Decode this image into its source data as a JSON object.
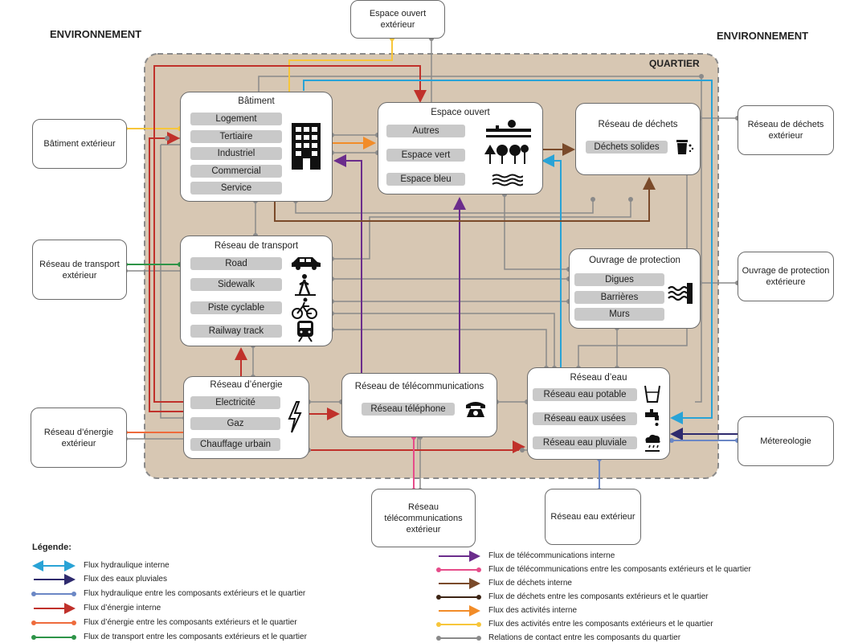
{
  "colors": {
    "hydraulic_internal": "#29a3d6",
    "rain": "#2e2a6e",
    "hydraulic_ext": "#6b87c5",
    "energy_internal": "#c0312b",
    "energy_ext": "#ee6b3c",
    "transport_ext": "#2e9448",
    "telecom_internal": "#6b2d8c",
    "telecom_ext": "#e64c8a",
    "waste_internal": "#7a4a2a",
    "waste_ext": "#3c2414",
    "activity_internal": "#f28c28",
    "activity_ext": "#f7c63a",
    "contact": "#8a8a8a",
    "quartier_fill": "#d7c7b3"
  },
  "headers": {
    "env_left": "ENVIRONNEMENT",
    "env_right": "ENVIRONNEMENT",
    "quartier": "QUARTIER"
  },
  "external": {
    "espace_ouvert": "Espace ouvert extérieur",
    "batiment": "Bâtiment extérieur",
    "transport": "Réseau de transport extérieur",
    "energie": "Réseau d’énergie extérieur",
    "dechets": "Réseau de déchets extérieur",
    "protection": "Ouvrage de protection extérieure",
    "meteo": "Métereologie",
    "telecom": "Réseau télécommunications extérieur",
    "eau": "Réseau eau extérieur"
  },
  "components": {
    "batiment": {
      "title": "Bâtiment",
      "items": [
        "Logement",
        "Tertiaire",
        "Industriel",
        "Commercial",
        "Service"
      ],
      "icon": "building-icon"
    },
    "espace_ouvert": {
      "title": "Espace ouvert",
      "items": [
        "Autres",
        "Espace vert",
        "Espace bleu"
      ],
      "icons": [
        "bench-icon",
        "trees-icon",
        "waves-icon"
      ]
    },
    "dechets": {
      "title": "Réseau de déchets",
      "items": [
        "Déchets solides"
      ],
      "icon": "trash-icon"
    },
    "transport": {
      "title": "Réseau de transport",
      "items": [
        "Road",
        "Sidewalk",
        "Piste cyclable",
        "Railway track"
      ],
      "icons": [
        "car-icon",
        "pedestrian-icon",
        "bicycle-icon",
        "train-icon"
      ]
    },
    "protection": {
      "title": "Ouvrage de protection",
      "items": [
        "Digues",
        "Barrières",
        "Murs"
      ],
      "icon": "dike-icon"
    },
    "energie": {
      "title": "Réseau d’énergie",
      "items": [
        "Electricité",
        "Gaz",
        "Chauffage urbain"
      ],
      "icon": "lightning-icon"
    },
    "telecom": {
      "title": "Réseau de télécommunications",
      "items": [
        "Réseau téléphone"
      ],
      "icon": "telephone-icon"
    },
    "eau": {
      "title": "Réseau d’eau",
      "items": [
        "Réseau eau potable",
        "Réseau eaux usées",
        "Réseau eau pluviale"
      ],
      "icons": [
        "glass-icon",
        "tap-icon",
        "rain-icon"
      ]
    }
  },
  "legend": {
    "title": "Légende:",
    "left": [
      {
        "label": "Flux hydraulique interne",
        "color": "#29a3d6",
        "style": "double-arrow"
      },
      {
        "label": "Flux des eaux pluviales",
        "color": "#2e2a6e",
        "style": "arrow"
      },
      {
        "label": "Flux hydraulique entre les composants extérieurs et le quartier",
        "color": "#6b87c5",
        "style": "dots"
      },
      {
        "label": "Flux d’énergie interne",
        "color": "#c0312b",
        "style": "arrow"
      },
      {
        "label": "Flux d’énergie entre les composants extérieurs et le quartier",
        "color": "#ee6b3c",
        "style": "dots"
      },
      {
        "label": "Flux de transport entre les composants extérieurs et le quartier",
        "color": "#2e9448",
        "style": "dots"
      }
    ],
    "right": [
      {
        "label": "Flux de télécommunications interne",
        "color": "#6b2d8c",
        "style": "arrow"
      },
      {
        "label": "Flux de télécommunications entre les composants extérieurs et le quartier",
        "color": "#e64c8a",
        "style": "dots"
      },
      {
        "label": "Flux de déchets interne",
        "color": "#7a4a2a",
        "style": "arrow"
      },
      {
        "label": "Flux de déchets entre les composants extérieurs et le quartier",
        "color": "#3c2414",
        "style": "dots"
      },
      {
        "label": "Flux des activités interne",
        "color": "#f28c28",
        "style": "arrow"
      },
      {
        "label": "Flux des activités entre les composants extérieurs et le quartier",
        "color": "#f7c63a",
        "style": "dots"
      },
      {
        "label": "Relations de contact entre les composants du quartier",
        "color": "#8a8a8a",
        "style": "dots"
      }
    ]
  }
}
